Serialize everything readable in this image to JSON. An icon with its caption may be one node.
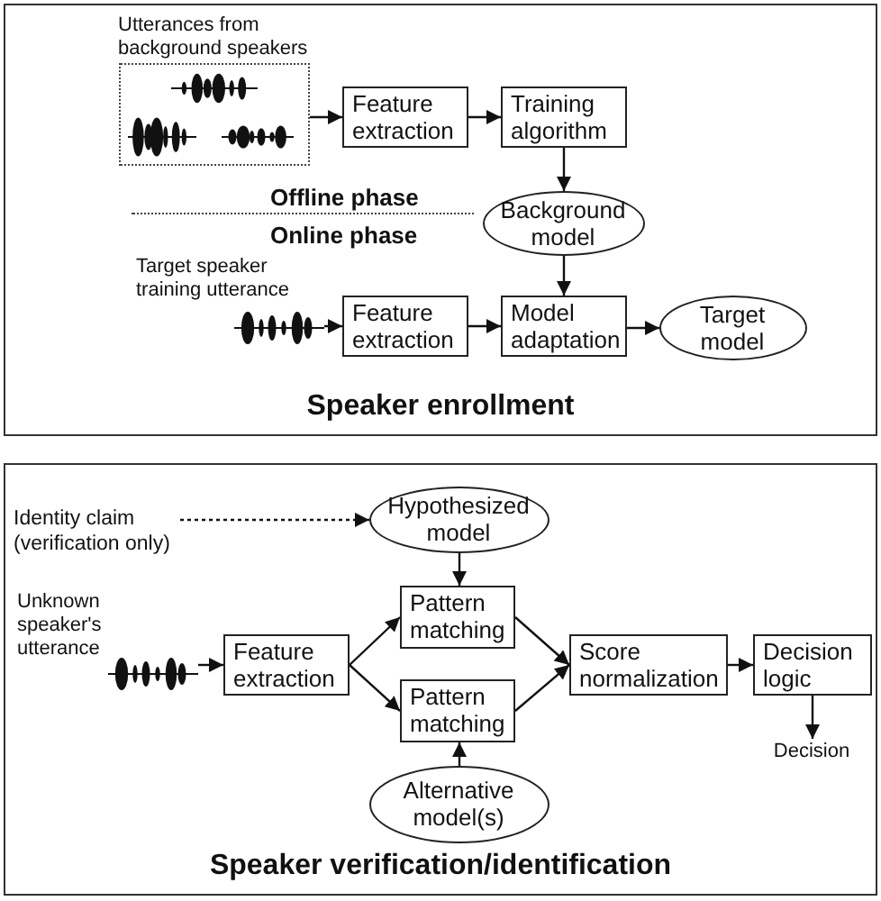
{
  "diagram": {
    "nodes": [
      {
        "text": [
          "Speaker enrollment"
        ]
      },
      {
        "text": [
          "Utterances from background speakers"
        ],
        "in": 0
      },
      {
        "text": [
          "Feature extraction"
        ],
        "in": 0
      },
      {
        "text": [
          "Training algorithm"
        ],
        "in": 0
      },
      {
        "text": [
          "Background model"
        ],
        "in": 0
      },
      {
        "text": [
          "Target speaker training utterance"
        ],
        "in": 0
      },
      {
        "text": [
          "Feature extraction"
        ],
        "in": 0
      },
      {
        "text": [
          "Model adaptation"
        ],
        "in": 0
      },
      {
        "text": [
          "Target model"
        ],
        "in": 0
      },
      {
        "text": [
          "Speaker verification/identification"
        ]
      },
      {
        "text": [
          "Identity claim (verification only)"
        ],
        "in": 9
      },
      {
        "text": [
          "Hypothesized model"
        ],
        "in": 9
      },
      {
        "text": [
          "Unknown speaker's utterance"
        ],
        "in": 9
      },
      {
        "text": [
          "Feature extraction"
        ],
        "in": 9
      },
      {
        "text": [
          "Pattern matching"
        ],
        "in": 9
      },
      {
        "text": [
          "Pattern matching"
        ],
        "in": 9
      },
      {
        "text": [
          "Alternative model(s)"
        ],
        "in": 9
      },
      {
        "text": [
          "Score normalization"
        ],
        "in": 9
      },
      {
        "text": [
          "Decision logic"
        ],
        "in": 9
      },
      {
        "text": [
          "Decision"
        ],
        "in": 9
      }
    ],
    "edges": [
      {
        "from": 1,
        "to": 2,
        "arrow": "to"
      },
      {
        "from": 2,
        "to": 3,
        "arrow": "to"
      },
      {
        "from": 3,
        "to": 4,
        "arrow": "to"
      },
      {
        "from": 4,
        "to": 7,
        "arrow": "to"
      },
      {
        "from": 5,
        "to": 6,
        "arrow": "to"
      },
      {
        "from": 6,
        "to": 7,
        "arrow": "to"
      },
      {
        "from": 7,
        "to": 8,
        "arrow": "to"
      },
      {
        "from": 10,
        "to": 11,
        "arrow": "to",
        "style": "dashed"
      },
      {
        "from": 11,
        "to": 14,
        "arrow": "to"
      },
      {
        "from": 12,
        "to": 13,
        "arrow": "to"
      },
      {
        "from": 13,
        "to": 14,
        "arrow": "to"
      },
      {
        "from": 13,
        "to": 15,
        "arrow": "to"
      },
      {
        "from": 16,
        "to": 15,
        "arrow": "to"
      },
      {
        "from": 14,
        "to": 17,
        "arrow": "to"
      },
      {
        "from": 15,
        "to": 17,
        "arrow": "to"
      },
      {
        "from": 17,
        "to": 18,
        "arrow": "to"
      },
      {
        "from": 18,
        "to": 19,
        "arrow": "to"
      }
    ],
    "labels": [
      "Offline phase",
      "Online phase"
    ]
  }
}
